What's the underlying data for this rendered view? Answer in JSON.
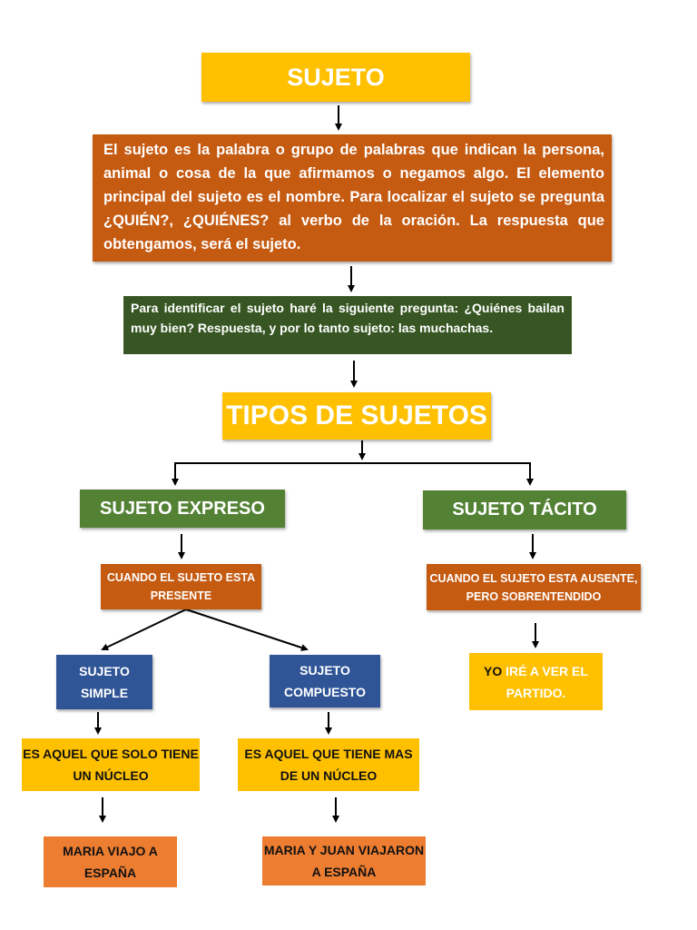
{
  "title": "SUJETO",
  "definition": "El sujeto es la palabra o grupo de palabras que indican la persona, animal o cosa de la que afirmamos o negamos algo. El elemento principal del sujeto es el nombre. Para localizar el sujeto se pregunta ¿QUIÉN?, ¿QUIÉNES? al verbo de la oración. La respuesta que obtengamos, será el sujeto.",
  "example": "Para identificar el sujeto haré la siguiente pregunta: ¿Quiénes bailan muy bien? Respuesta, y por lo tanto sujeto: las muchachas.",
  "types_title": "TIPOS DE SUJETOS",
  "expreso": {
    "label": "SUJETO EXPRESO",
    "condition": "CUANDO EL SUJETO ESTA PRESENTE",
    "simple": {
      "label": "SUJETO SIMPLE",
      "definition": "ES AQUEL QUE SOLO TIENE UN NÚCLEO",
      "example": "MARIA VIAJO A ESPAÑA"
    },
    "compuesto": {
      "label": "SUJETO COMPUESTO",
      "definition": "ES AQUEL QUE TIENE MAS DE UN NÚCLEO",
      "example": "MARIA Y JUAN VIAJARON A ESPAÑA"
    }
  },
  "tacito": {
    "label": "SUJETO TÁCITO",
    "condition": "CUANDO EL SUJETO ESTA AUSENTE, PERO SOBRENTENDIDO",
    "example_subject": "YO",
    "example_rest": " IRÉ A VER EL PARTIDO."
  },
  "colors": {
    "yellow": "#FFC000",
    "dark_orange": "#C55A11",
    "dark_green": "#375623",
    "green": "#548235",
    "blue": "#2F5597",
    "orange": "#ED7D31"
  }
}
